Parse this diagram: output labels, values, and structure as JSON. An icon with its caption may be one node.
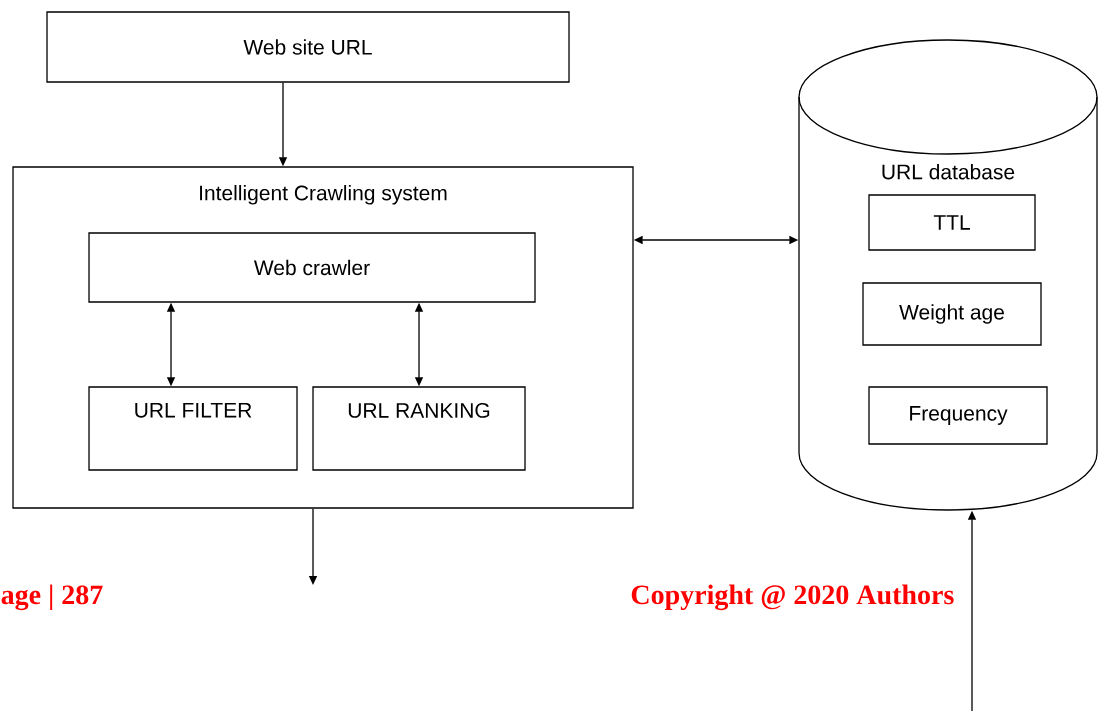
{
  "diagram": {
    "nodes": [
      {
        "text": [
          "Web site URL"
        ]
      },
      {
        "text": [
          "Intelligent Crawling system"
        ]
      },
      {
        "text": [
          "Web crawler"
        ],
        "in": 1
      },
      {
        "text": [
          "URL FILTER"
        ],
        "in": 1
      },
      {
        "text": [
          "URL RANKING"
        ],
        "in": 1
      },
      {
        "text": [
          "URL database"
        ]
      },
      {
        "text": [
          "TTL"
        ],
        "in": 5
      },
      {
        "text": [
          "Weight age"
        ],
        "in": 5
      },
      {
        "text": [
          "Frequency"
        ],
        "in": 5
      }
    ],
    "edges": [
      {
        "from": 0,
        "to": 1,
        "arrow": "to"
      },
      {
        "from": 1,
        "to": 5,
        "arrow": "both"
      },
      {
        "from": 2,
        "to": 3,
        "arrow": "both"
      },
      {
        "from": 2,
        "to": 4,
        "arrow": "both"
      },
      {
        "from": 1,
        "to": null,
        "arrow": "to"
      },
      {
        "from": null,
        "to": 5,
        "arrow": "to"
      }
    ],
    "labels": [
      "age | 287",
      "Copyright @ 2020 Authors"
    ]
  }
}
